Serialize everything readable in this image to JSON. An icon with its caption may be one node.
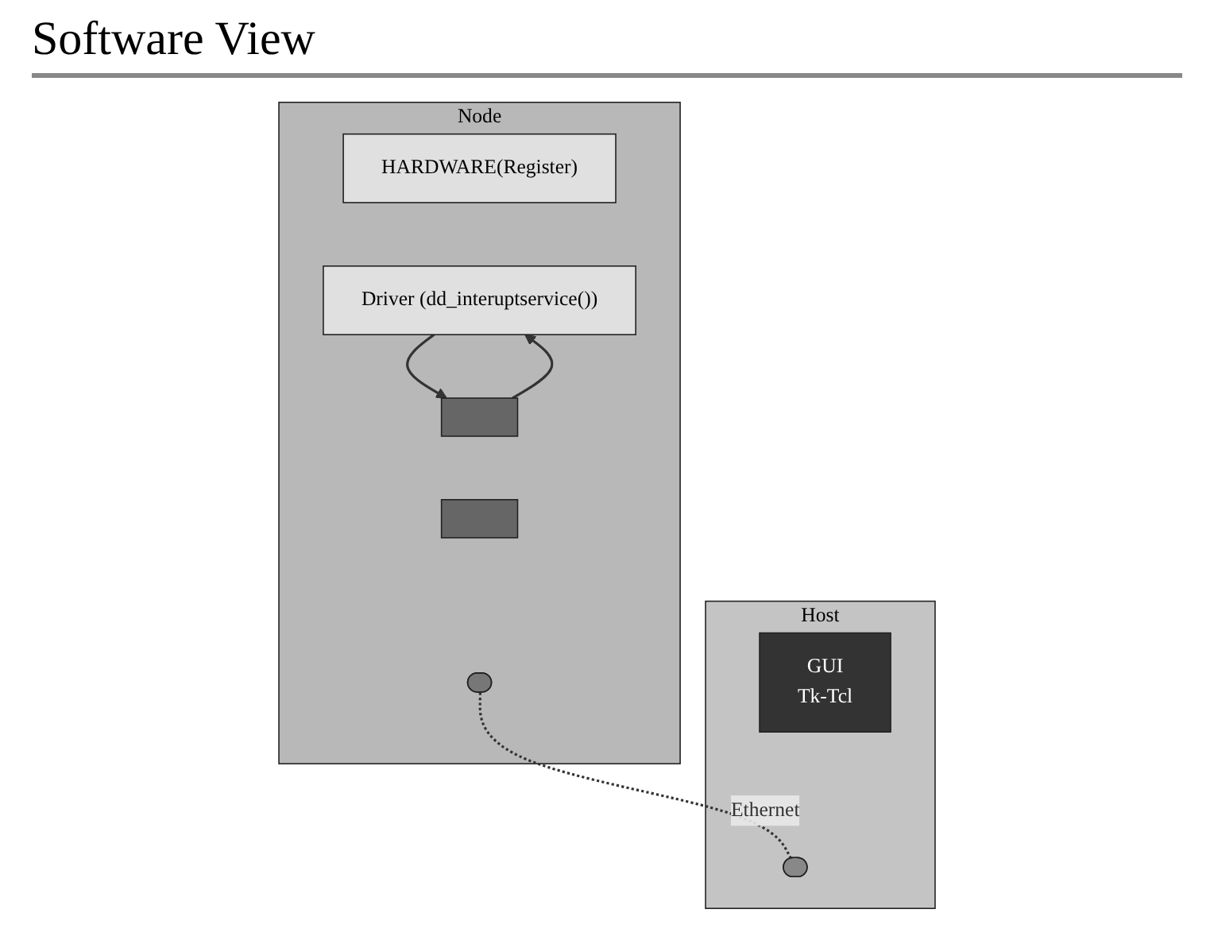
{
  "diagram": {
    "title": "Software View",
    "nodes": [
      {
        "text": [
          "Node"
        ]
      },
      {
        "text": [
          "HARDWARE(Register)"
        ],
        "in": 0
      },
      {
        "text": [
          "Driver (dd_interuptservice())"
        ],
        "in": 0
      },
      {
        "text": [],
        "shape": "box",
        "in": 0
      },
      {
        "text": [],
        "shape": "box",
        "in": 0
      },
      {
        "text": [],
        "shape": "ellipse",
        "in": 0
      },
      {
        "text": [
          "Host"
        ]
      },
      {
        "text": [
          "GUI",
          "Tk-Tcl"
        ],
        "in": 6
      },
      {
        "text": [],
        "shape": "ellipse",
        "in": 6
      }
    ],
    "edges": [
      {
        "from": 3,
        "to": 2,
        "arrow": "to"
      },
      {
        "from": 2,
        "to": 3,
        "arrow": "to"
      },
      {
        "from": 5,
        "to": 8,
        "arrow": "none",
        "label": "Ethernet",
        "style": "dashed"
      }
    ]
  }
}
